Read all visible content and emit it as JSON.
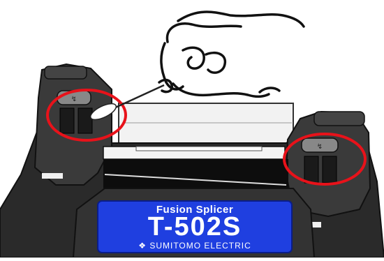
{
  "label": {
    "line1": "Fusion Splicer",
    "line2": "T-502S",
    "line3": "SUMITOMO ELECTRIC"
  },
  "colors": {
    "body": "#2a2a2a",
    "body_light": "#4a4a4a",
    "label_blue": "#1f3fe0",
    "highlight": "#e8121a",
    "ink": "#111111"
  },
  "icons": {
    "clamp_button_left": "fiber-clamp-icon",
    "clamp_button_right": "fiber-clamp-icon",
    "logo": "sumitomo-logo-icon"
  }
}
